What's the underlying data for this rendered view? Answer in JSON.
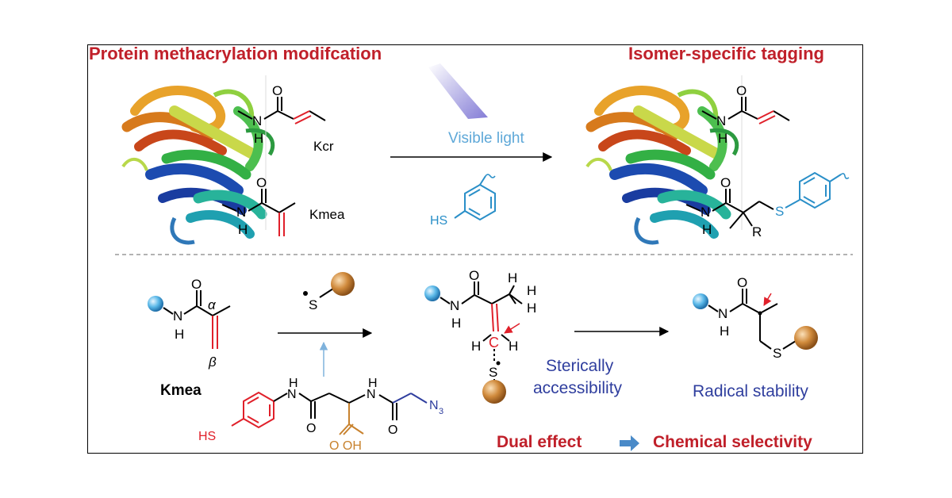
{
  "headings": {
    "left": "Protein methacrylation modifcation",
    "right": "Isomer-specific tagging"
  },
  "reaction": {
    "condition": "Visible light",
    "thiol_label": "HS",
    "kcr_label": "Kcr",
    "kmea_label": "Kmea"
  },
  "product": {
    "r_label": "R",
    "s_label": "S"
  },
  "mechanism": {
    "kmea_bold": "Kmea",
    "alpha": "α",
    "beta": "β",
    "radical_s": "S",
    "sterically": "Sterically",
    "accessibility": "accessibility",
    "radical_stability": "Radical stability",
    "dual_effect": "Dual effect",
    "chemical_selectivity": "Chemical selectivity",
    "probe_hs": "HS",
    "probe_n3": "N",
    "probe_n3_sub": "3",
    "probe_oh": "O OH",
    "probe_o": "O"
  },
  "atoms": {
    "O": "O",
    "N": "N",
    "H": "H",
    "C": "C",
    "S": "S"
  },
  "colors": {
    "heading_red": "#c0202a",
    "accent_blue": "#3aa0d8",
    "text_blue": "#2f3e9e",
    "bond_red": "#e0202a",
    "orange": "#c8822e"
  }
}
